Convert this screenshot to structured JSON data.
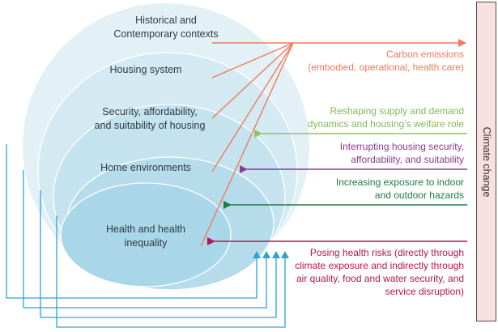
{
  "diagram": {
    "nested_levels": [
      {
        "label_line1": "Historical and",
        "label_line2": "Contemporary contexts"
      },
      {
        "label_line1": "Housing system",
        "label_line2": ""
      },
      {
        "label_line1": "Security, affordability,",
        "label_line2": "and suitability of housing"
      },
      {
        "label_line1": "Home environments",
        "label_line2": ""
      },
      {
        "label_line1": "Health and health",
        "label_line2": "inequality"
      }
    ],
    "outgoing_pathway": {
      "label_line1": "Carbon emissions",
      "label_line2": "(embodied, operational, health care)",
      "color": "#ef7a5c"
    },
    "incoming_pathways": [
      {
        "lines": [
          "Reshaping supply and demand",
          "dynamics and housing’s welfare role"
        ],
        "color": "#7fba5a"
      },
      {
        "lines": [
          "Interrupting housing security,",
          "affordability, and suitability"
        ],
        "color": "#8e3b8e"
      },
      {
        "lines": [
          "Increasing exposure to indoor",
          "and outdoor hazards"
        ],
        "color": "#1e7a48"
      },
      {
        "lines": [
          "Posing health risks (directly through",
          "climate exposure and indirectly through",
          "air quality, food and water security, and",
          "service disruption)"
        ],
        "color": "#b5174f"
      }
    ],
    "feedback_color": "#2aa3d6",
    "climate_box": {
      "label": "Climate change",
      "fill": "#f7e0e0"
    }
  }
}
